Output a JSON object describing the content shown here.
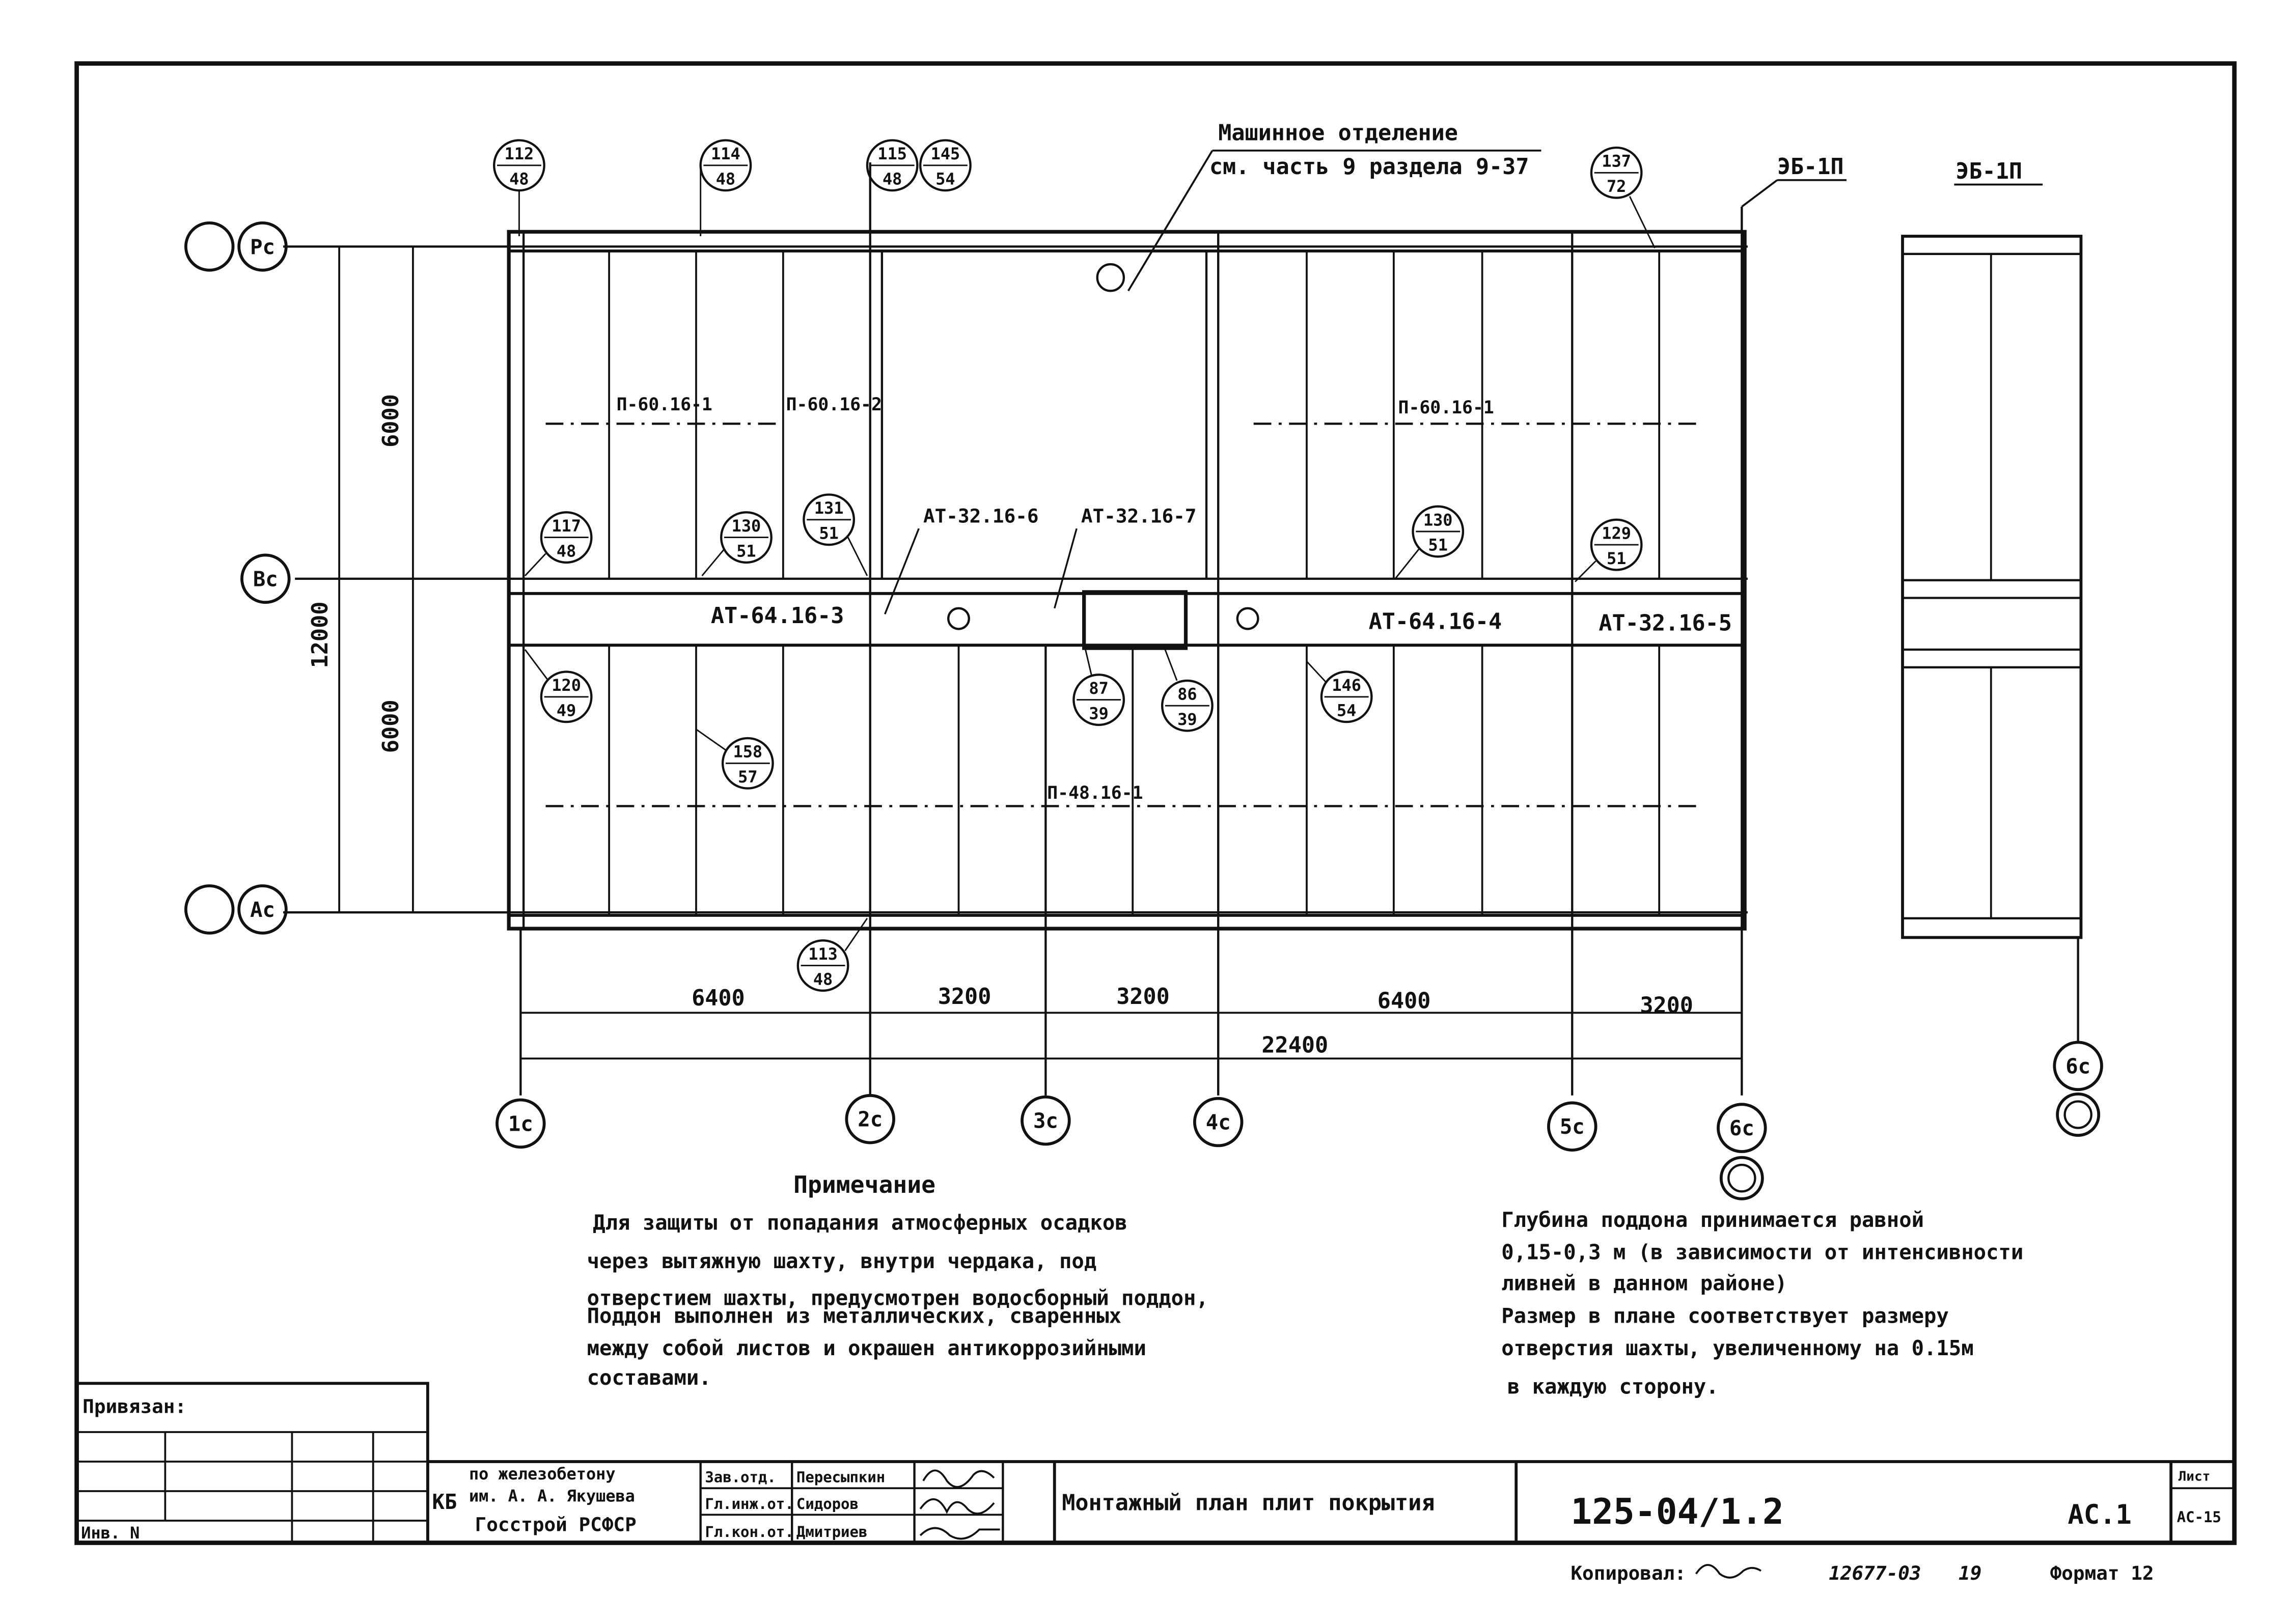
{
  "drawing": {
    "engine_room_title": "Машинное отделение",
    "engine_room_ref": "см. часть 9 раздела 9-37",
    "eb_label_main": "ЭБ-1П",
    "eb_label_side": "ЭБ-1П",
    "axis_rows": {
      "ac": "Ac",
      "bc": "Bc",
      "pc": "Pc"
    },
    "axis_cols": {
      "c1": "1c",
      "c2": "2c",
      "c3": "3c",
      "c4": "4c",
      "c5": "5c",
      "c6": "6c",
      "c6_side": "6c"
    },
    "plate_labels": {
      "p1": "П-60.16-1",
      "p2": "П-60.16-2",
      "p3": "П-60.16-1",
      "p4": "П-48.16-1",
      "at1": "АТ-32.16-6",
      "at2": "АТ-32.16-7",
      "at3": "АТ-64.16-3",
      "at4": "АТ-64.16-4",
      "at5": "АТ-32.16-5"
    },
    "callouts": [
      {
        "top": "112",
        "bottom": "48"
      },
      {
        "top": "114",
        "bottom": "48"
      },
      {
        "top": "115",
        "bottom": "48"
      },
      {
        "top": "145",
        "bottom": "54"
      },
      {
        "top": "137",
        "bottom": "72"
      },
      {
        "top": "117",
        "bottom": "48"
      },
      {
        "top": "130",
        "bottom": "51"
      },
      {
        "top": "131",
        "bottom": "51"
      },
      {
        "top": "130",
        "bottom": "51"
      },
      {
        "top": "129",
        "bottom": "51"
      },
      {
        "top": "120",
        "bottom": "49"
      },
      {
        "top": "158",
        "bottom": "57"
      },
      {
        "top": "87",
        "bottom": "39"
      },
      {
        "top": "86",
        "bottom": "39"
      },
      {
        "top": "146",
        "bottom": "54"
      },
      {
        "top": "113",
        "bottom": "48"
      }
    ],
    "dims": {
      "v_6000_top": "6000",
      "v_6000_bottom": "6000",
      "v_12000": "12000",
      "h": [
        "6400",
        "3200",
        "3200",
        "6400",
        "3200"
      ],
      "h_total": "22400"
    }
  },
  "note": {
    "heading": "Примечание",
    "left_lines": [
      "Для защиты от попадания атмосферных осадков",
      "через вытяжную шахту, внутри чердака, под",
      "отверстием шахты, предусмотрен водосборный поддон,",
      "Поддон выполнен из металлических, сваренных",
      "между собой листов и окрашен антикоррозийными",
      "составами."
    ],
    "right_lines": [
      "Глубина поддона принимается равной",
      "0,15-0,3 м (в зависимости от интенсивности",
      "ливней в данном районе)",
      "Размер в плане соответствует размеру",
      "отверстия шахты, увеличенному на 0.15м",
      "в каждую сторону."
    ]
  },
  "title_block": {
    "privyazan": "Привязан:",
    "inv_no": "Инв. N",
    "org_line1": "по железобетону",
    "org_line2": "им. А. А. Якушева",
    "org_line3": "Госстрой РСФСР",
    "org_prefix": "КБ",
    "roles": [
      "Зав.отд.",
      "Гл.инж.от.",
      "Гл.кон.от."
    ],
    "names": [
      "Пересыпкин",
      "Сидоров",
      "Дмитриев"
    ],
    "drawing_title": "Монтажный план плит покрытия",
    "series": "125-04/1.2",
    "sheet_code": "АС.1",
    "sheet_label": "Лист",
    "sheet_no": "АС-15"
  },
  "footer": {
    "copied": "Копировал:",
    "doc_no": "12677-03",
    "doc_no_2": "19",
    "format": "Формат 12"
  }
}
